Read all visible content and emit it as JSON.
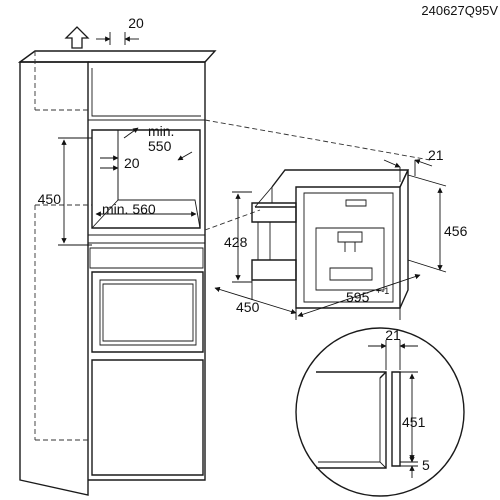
{
  "doc_code": "240627Q95V",
  "labels": {
    "top_gap": "20",
    "niche_depth_min": "min.\n550",
    "niche_gap": "20",
    "niche_height": "450",
    "niche_width_min": "min. 560",
    "front_depth": "21",
    "appliance_height": "456",
    "appliance_body_height": "428",
    "appliance_depth": "450",
    "appliance_width": "595",
    "appliance_width_tol": "+-1",
    "detail_front": "21",
    "detail_height": "451",
    "detail_gap": "5"
  }
}
